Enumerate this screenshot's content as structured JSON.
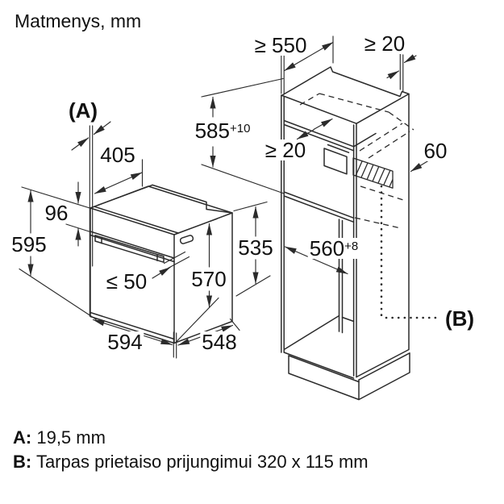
{
  "title": "Matmenys, mm",
  "colors": {
    "line": "#2b2b2b",
    "text": "#111111",
    "background": "#ffffff"
  },
  "oven": {
    "label_a": "(A)",
    "dims": {
      "top_depth": "405",
      "panel_height": "96",
      "front_height": "595",
      "handle_gap": "≤ 50",
      "body_height": "570",
      "rear_height": "535",
      "width": "594",
      "depth": "548"
    }
  },
  "cabinet": {
    "label_b": "(B)",
    "dims": {
      "top_depth": "≥ 550",
      "wall_gap": "≥ 20",
      "niche_height": "585",
      "niche_height_tol": "+10",
      "rear_gap": "≥ 20",
      "vent_height": "60",
      "niche_depth": "560",
      "niche_depth_tol": "+8"
    }
  },
  "notes": [
    {
      "key": "A:",
      "text": "19,5 mm"
    },
    {
      "key": "B:",
      "text": "Tarpas prietaiso prijungimui 320 x 115 mm"
    }
  ]
}
